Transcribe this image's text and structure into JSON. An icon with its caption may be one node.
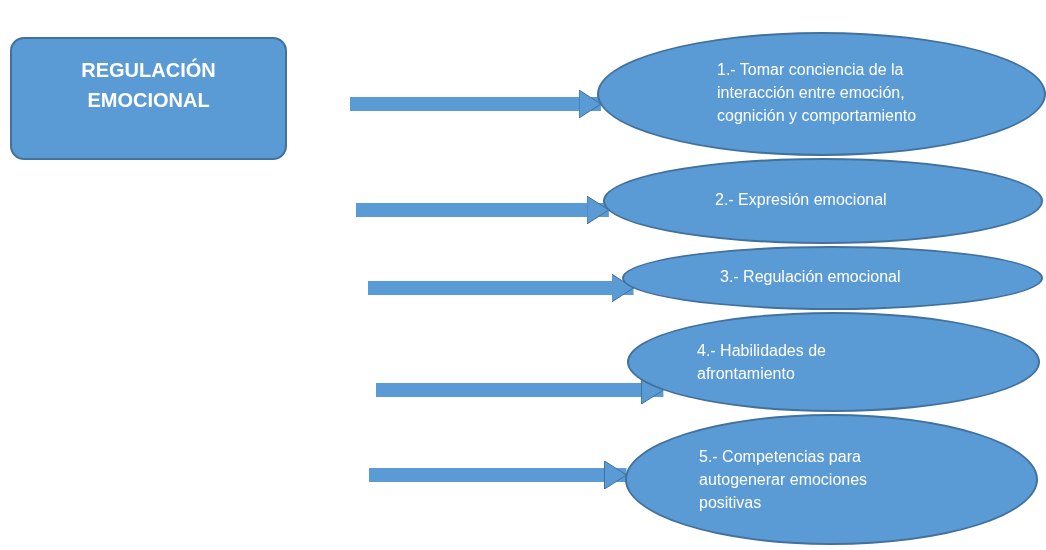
{
  "diagram": {
    "nodes": [
      {
        "text": [
          "REGULACIÓN EMOCIONAL"
        ]
      },
      {
        "text": [
          "1.- Tomar conciencia de la interacción entre emoción, cognición y comportamiento"
        ]
      },
      {
        "text": [
          "2.- Expresión emocional"
        ]
      },
      {
        "text": [
          "3.- Regulación emocional"
        ]
      },
      {
        "text": [
          "4.- Habilidades de afrontamiento"
        ]
      },
      {
        "text": [
          "5.- Competencias para autogenerar emociones positivas"
        ]
      }
    ],
    "edges": [
      {
        "from": null,
        "to": 1,
        "arrow": "to"
      },
      {
        "from": null,
        "to": 2,
        "arrow": "to"
      },
      {
        "from": null,
        "to": 3,
        "arrow": "to"
      },
      {
        "from": null,
        "to": 4,
        "arrow": "to"
      },
      {
        "from": null,
        "to": 5,
        "arrow": "to"
      }
    ]
  }
}
